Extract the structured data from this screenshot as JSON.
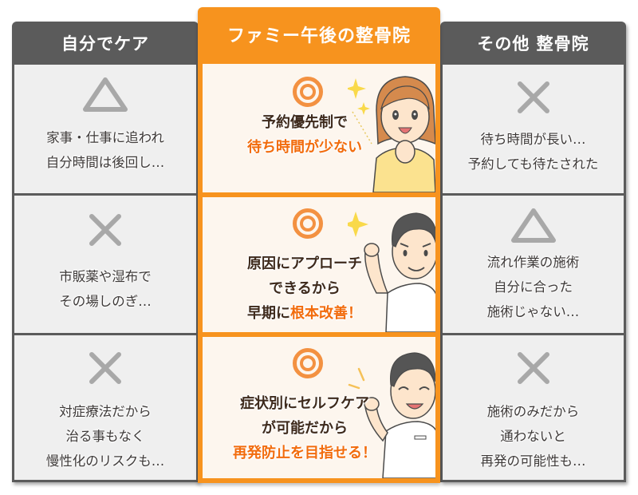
{
  "columns": {
    "self_care": {
      "header": "自分でケア",
      "rows": [
        {
          "mark": "triangle",
          "lines": [
            "家事・仕事に追われ",
            "自分時間は後回し…"
          ]
        },
        {
          "mark": "cross",
          "lines": [
            "市販薬や湿布で",
            "その場しのぎ…"
          ]
        },
        {
          "mark": "cross",
          "lines": [
            "対症療法だから",
            "治る事もなく",
            "慢性化のリスクも…"
          ]
        }
      ]
    },
    "famy": {
      "header": "ファミー午後の整骨院",
      "rows": [
        {
          "mark": "double-circle",
          "lines": [
            "予約優先制で"
          ],
          "highlight_line": "待ち時間が少ない",
          "illustration": "woman-happy"
        },
        {
          "mark": "double-circle",
          "lines": [
            "原因にアプローチ",
            "できるから"
          ],
          "prefix": "早期に",
          "highlight": "根本改善！",
          "illustration": "man-confident"
        },
        {
          "mark": "double-circle",
          "lines": [
            "症状別にセルフケア",
            "が可能だから"
          ],
          "highlight_line": "再発防止を目指せる！",
          "illustration": "man-smiling"
        }
      ]
    },
    "other": {
      "header": "その他 整骨院",
      "rows": [
        {
          "mark": "cross",
          "lines": [
            "待ち時間が長い…",
            "予約しても待たされた"
          ]
        },
        {
          "mark": "triangle",
          "lines": [
            "流れ作業の施術",
            "自分に合った",
            "施術じゃない…"
          ]
        },
        {
          "mark": "cross",
          "lines": [
            "施術のみだから",
            "通わないと",
            "再発の可能性も…"
          ]
        }
      ]
    }
  },
  "colors": {
    "orange": "#f7931e",
    "highlight": "#f26c0d",
    "dark_header": "#5b5b5b",
    "side_cell": "#efefef",
    "center_cell": "#fdf6ee",
    "mark_gray": "#a8a8a8"
  }
}
